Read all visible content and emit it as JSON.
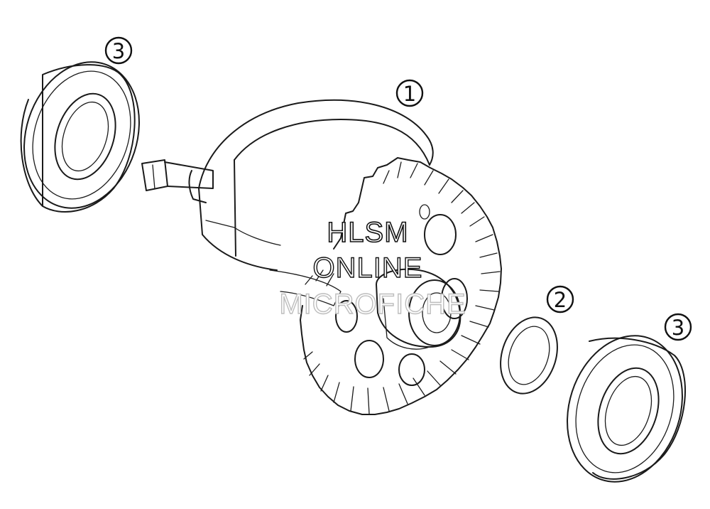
{
  "callouts": {
    "crankshaft": "1",
    "washer": "2",
    "bearing_left": "3",
    "bearing_right": "3"
  },
  "watermark": {
    "line1": "HLSM",
    "line2": "ONLINE",
    "line3": "MICROFICHE"
  },
  "colors": {
    "line": "#1a1a1a",
    "background": "#ffffff",
    "watermark_faint": "#bdbdbd"
  }
}
